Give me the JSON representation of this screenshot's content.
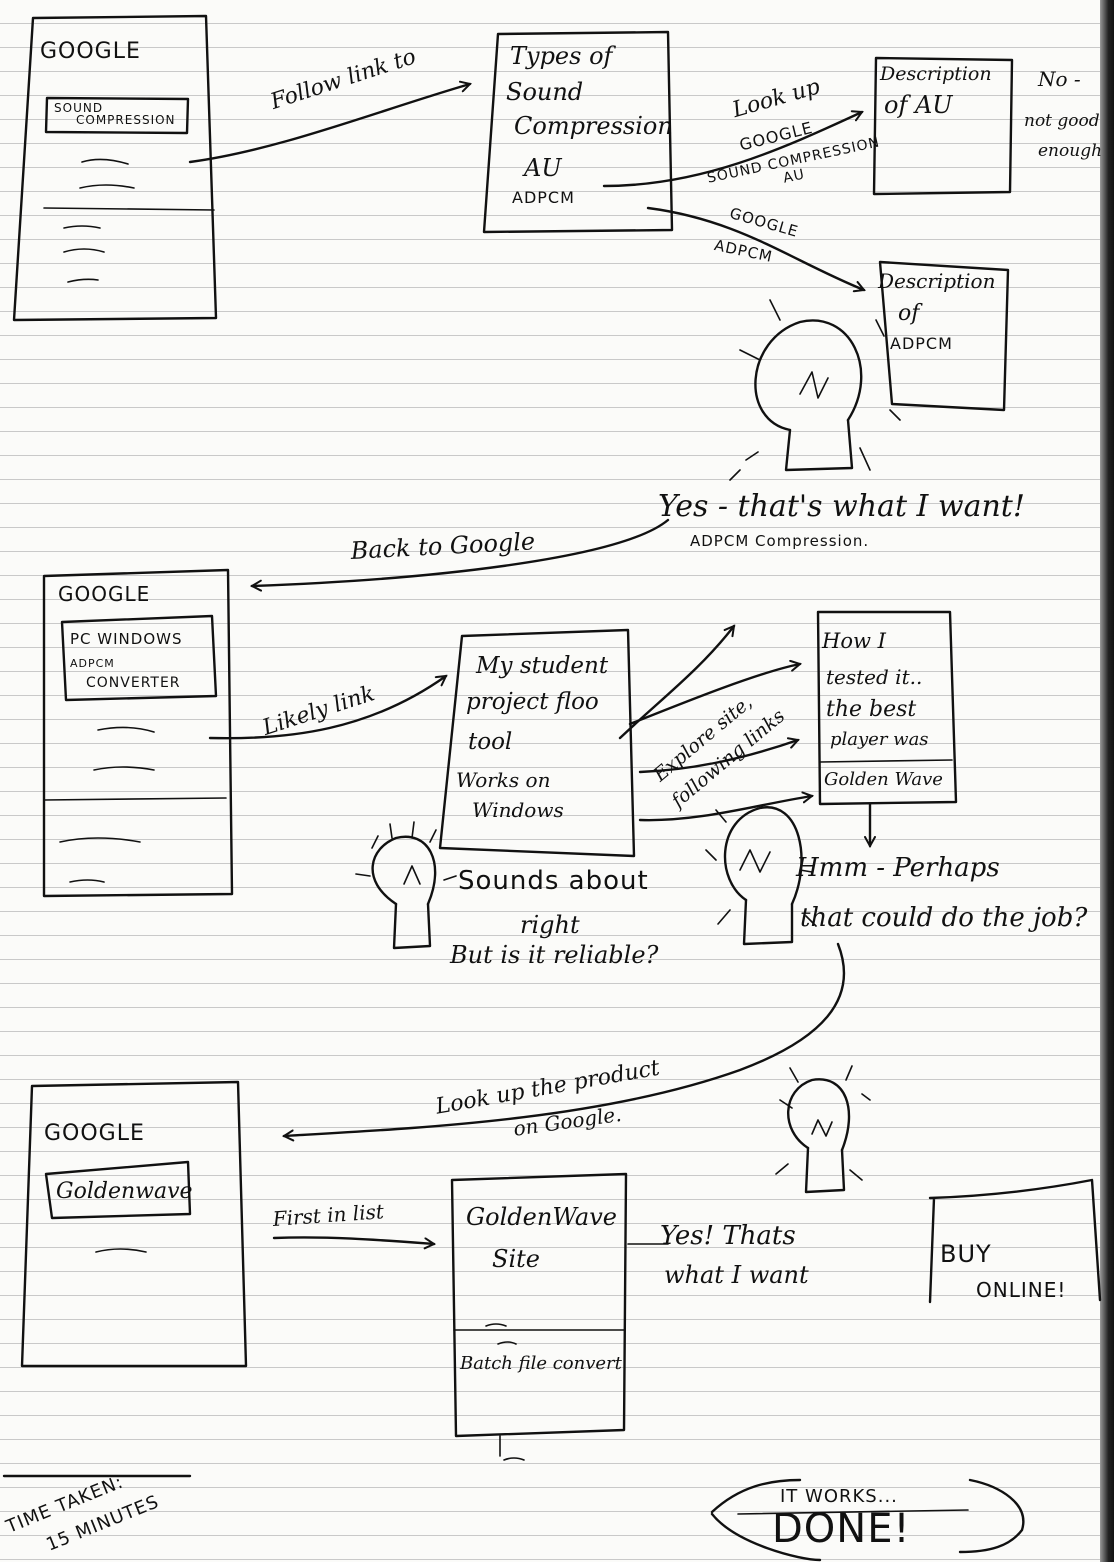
{
  "step1": {
    "google_box": {
      "title": "GOOGLE",
      "search_line1": "SOUND",
      "search_line2": "COMPRESSION"
    },
    "arrow_follow_link": "Follow link to",
    "types_box": {
      "line1": "Types of",
      "line2": "Sound",
      "line3": "Compression",
      "line4": "AU",
      "line5": "ADPCM"
    },
    "lookup_au": {
      "line1": "Look up",
      "line2": "GOOGLE",
      "line3": "SOUND COMPRESSION",
      "line4": "AU"
    },
    "desc_au_box": {
      "line1": "Description",
      "line2": "of AU"
    },
    "no_note": {
      "line1": "No -",
      "line2": "not good",
      "line3": "enough"
    },
    "lookup_adpcm": {
      "line1": "GOOGLE",
      "line2": "ADPCM"
    },
    "desc_adpcm_box": {
      "line1": "Description",
      "line2": "of",
      "line3": "ADPCM"
    },
    "yes_note": {
      "line1": "Yes - that's what I want!",
      "line2": "ADPCM Compression."
    },
    "arrow_back": "Back to Google"
  },
  "step2": {
    "google_box": {
      "title": "GOOGLE",
      "search_line1": "PC WINDOWS",
      "search_line2": "ADPCM",
      "search_line3": "CONVERTER"
    },
    "arrow_likely": "Likely link",
    "student_box": {
      "line1": "My student",
      "line2": "project floo",
      "line3": "tool",
      "line4": "Works on",
      "line5": "Windows"
    },
    "arrow_explore": {
      "line1": "Explore site,",
      "line2": "following links"
    },
    "tested_box": {
      "line1": "How I",
      "line2": "tested it..",
      "line3": "the best",
      "line4": "player was",
      "line5": "Golden Wave"
    },
    "sounds_note": {
      "line1": "Sounds about",
      "line2": "right",
      "line3": "But is it reliable?"
    },
    "hmm_note": {
      "line1": "Hmm - Perhaps",
      "line2": "that could do the job?"
    }
  },
  "step3": {
    "arrow_lookup": {
      "line1": "Look up the product",
      "line2": "on Google."
    },
    "google_box": {
      "title": "GOOGLE",
      "search": "Goldenwave"
    },
    "arrow_first": "First in list",
    "site_box": {
      "line1": "GoldenWave",
      "line2": "Site",
      "line3": "Batch file convert"
    },
    "yes_note": {
      "line1": "Yes! Thats",
      "line2": "what I want"
    },
    "buy_box": {
      "line1": "BUY",
      "line2": "ONLINE!"
    }
  },
  "footer": {
    "time_line1": "TIME TAKEN:",
    "time_line2": "15 MINUTES",
    "done_crossed": "IT WORKS...",
    "done": "DONE!"
  }
}
